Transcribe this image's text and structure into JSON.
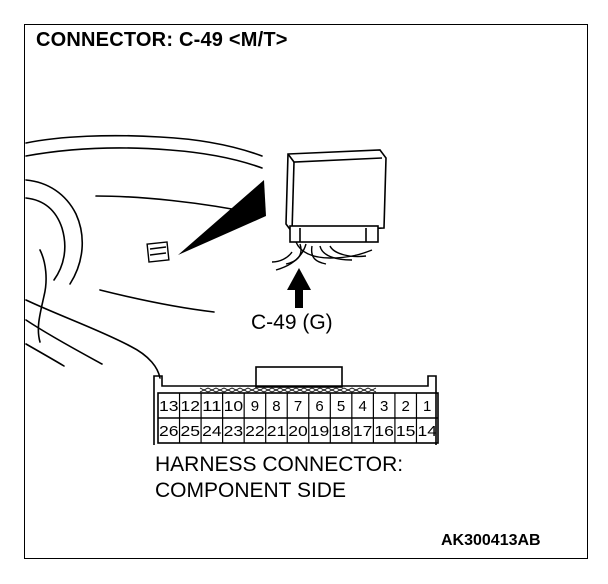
{
  "title": "CONNECTOR: C-49 <M/T>",
  "connector_callout": "C-49 (G)",
  "caption": {
    "line1": "HARNESS CONNECTOR:",
    "line2": "COMPONENT SIDE"
  },
  "figure_code": "AK300413AB",
  "pins": {
    "top_row": [
      "13",
      "12",
      "11",
      "10",
      "9",
      "8",
      "7",
      "6",
      "5",
      "4",
      "3",
      "2",
      "1"
    ],
    "bottom_row": [
      "26",
      "25",
      "24",
      "23",
      "22",
      "21",
      "20",
      "19",
      "18",
      "17",
      "16",
      "15",
      "14"
    ]
  },
  "icons": [
    "dashboard-illustration",
    "ecu-module-icon",
    "arrow-up-icon",
    "location-pointer-wedge"
  ]
}
